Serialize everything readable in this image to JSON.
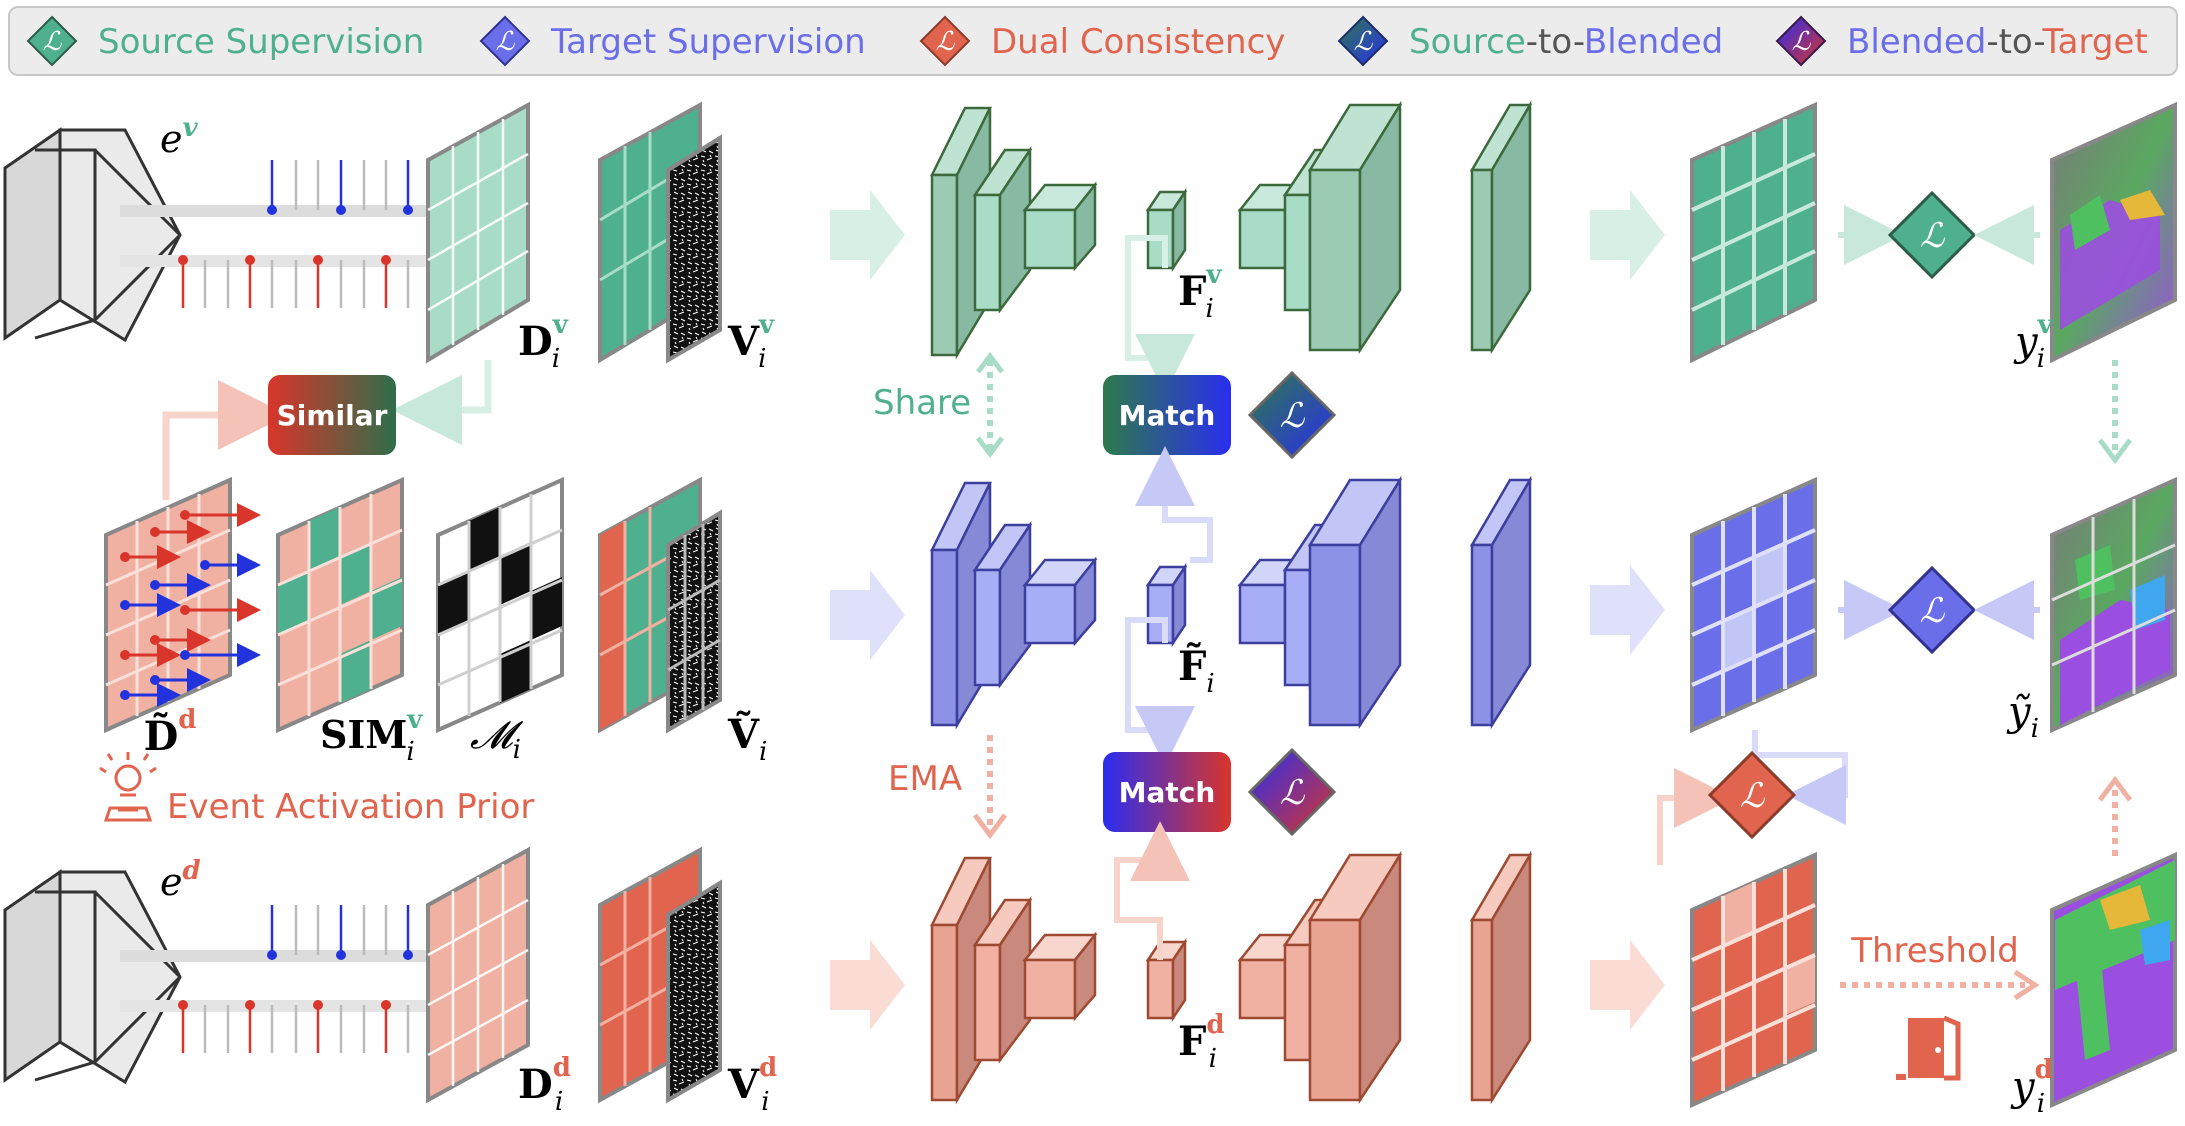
{
  "legend": [
    {
      "id": "src",
      "text": "Source Supervision",
      "color": "#4fb08f",
      "icon_fill": "#4fb08f"
    },
    {
      "id": "tgt",
      "text": "Target Supervision",
      "color": "#6a6ee8",
      "icon_fill": "#6a6ee8"
    },
    {
      "id": "dual",
      "text": "Dual Consistency",
      "color": "#e0644e",
      "icon_fill": "#e0644e"
    },
    {
      "id": "s2b",
      "parts": [
        {
          "text": "Source",
          "color": "#4fb08f"
        },
        {
          "text": "-to-",
          "color": "#555555"
        },
        {
          "text": "Blended",
          "color": "#6a6ee8"
        }
      ],
      "icon_fill": "#2f55a8"
    },
    {
      "id": "b2t",
      "parts": [
        {
          "text": "Blended",
          "color": "#6a6ee8"
        },
        {
          "text": "-to-",
          "color": "#555555"
        },
        {
          "text": "Target",
          "color": "#e0644e"
        }
      ],
      "icon_fill": "#7b2fa8"
    }
  ],
  "loss_symbol": "ℒ",
  "labels": {
    "ev_base": "e",
    "ev_sup": "v",
    "ed_base": "e",
    "ed_sup": "d",
    "Dv": "D",
    "Dv_sub": "i",
    "Dv_sup": "v",
    "Vv": "V",
    "Vv_sub": "i",
    "Vv_sup": "v",
    "Fv": "F",
    "Fv_sub": "i",
    "Fv_sup": "v",
    "yv": "y",
    "yv_sub": "i",
    "yv_sup": "v",
    "Dt": "D̃",
    "Dt_sup": "d",
    "SIM": "SIM",
    "SIM_sub": "i",
    "SIM_sup": "v",
    "M": "𝓜",
    "M_sub": "i",
    "Vt": "Ṽ",
    "Vt_sub": "i",
    "Ft": "F̃",
    "Ft_sub": "i",
    "yt": "ỹ",
    "yt_sub": "i",
    "Dd": "D",
    "Dd_sub": "i",
    "Dd_sup": "d",
    "Vd": "V",
    "Vd_sub": "i",
    "Vd_sup": "d",
    "Fd": "F",
    "Fd_sub": "i",
    "Fd_sup": "d",
    "yd": "y",
    "yd_sub": "i",
    "yd_sup": "d"
  },
  "text": {
    "similar": "Similar",
    "match_top": "Match",
    "match_bottom": "Match",
    "share": "Share",
    "ema": "EMA",
    "event_prior": "Event Activation Prior",
    "threshold": "Threshold"
  },
  "colors": {
    "green": "#4fb08f",
    "green_light": "#a8dcc6",
    "green_mid": "#88b9a2",
    "green_dark": "#3d6a3d",
    "blue": "#6a6ee8",
    "blue_light": "#a8aef5",
    "blue_mid": "#8589d6",
    "blue_dark": "#3c3f9e",
    "red": "#e0644e",
    "red_light": "#f0b0a2",
    "red_mid": "#c9897c",
    "red_dark": "#9e4a32",
    "similar_grad": [
      "#d9352a",
      "#2e6e4a"
    ],
    "match_top_grad": [
      "#2e7a4a",
      "#2a2ef0"
    ],
    "match_bottom_grad": [
      "#2a2ef0",
      "#d9352a"
    ]
  }
}
